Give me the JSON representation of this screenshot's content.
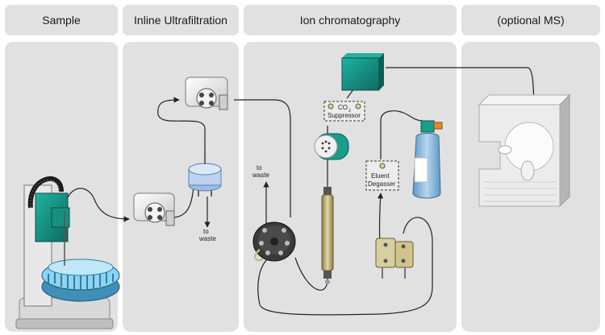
{
  "columns": [
    {
      "label": "Sample"
    },
    {
      "label": "Inline Ultrafiltration"
    },
    {
      "label": "Ion chromatography"
    },
    {
      "label": "(optional MS)"
    }
  ],
  "labels": {
    "to_waste_filter_1": "to",
    "to_waste_filter_2": "waste",
    "to_waste_valve_1": "to",
    "to_waste_valve_2": "waste",
    "suppressor_co2_main": "CO",
    "suppressor_co2_sub": "2",
    "suppressor_name": "Suppressor",
    "degasser_1": "Eluent",
    "degasser_2": "Degasser"
  },
  "colors": {
    "panel": "#e1e1e1",
    "teal": "#169a8a",
    "teal_dark": "#0f6e64",
    "tube": "#222222",
    "filter_blue": "#bcd3ef",
    "bottle_blue": "#7eb2d8",
    "tray_blue": "#5bbde6"
  }
}
